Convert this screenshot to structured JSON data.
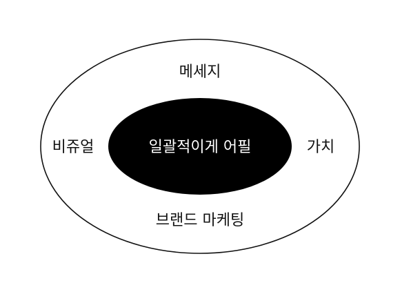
{
  "diagram": {
    "center": "일괄적이게 어필",
    "top": "메세지",
    "left": "비쥬얼",
    "right": "가치",
    "bottom": "브랜드 마케팅"
  },
  "colors": {
    "outer_stroke": "#111111",
    "outer_fill": "#ffffff",
    "inner_fill": "#000000",
    "center_text": "#ffffff",
    "label_text": "#111111"
  }
}
